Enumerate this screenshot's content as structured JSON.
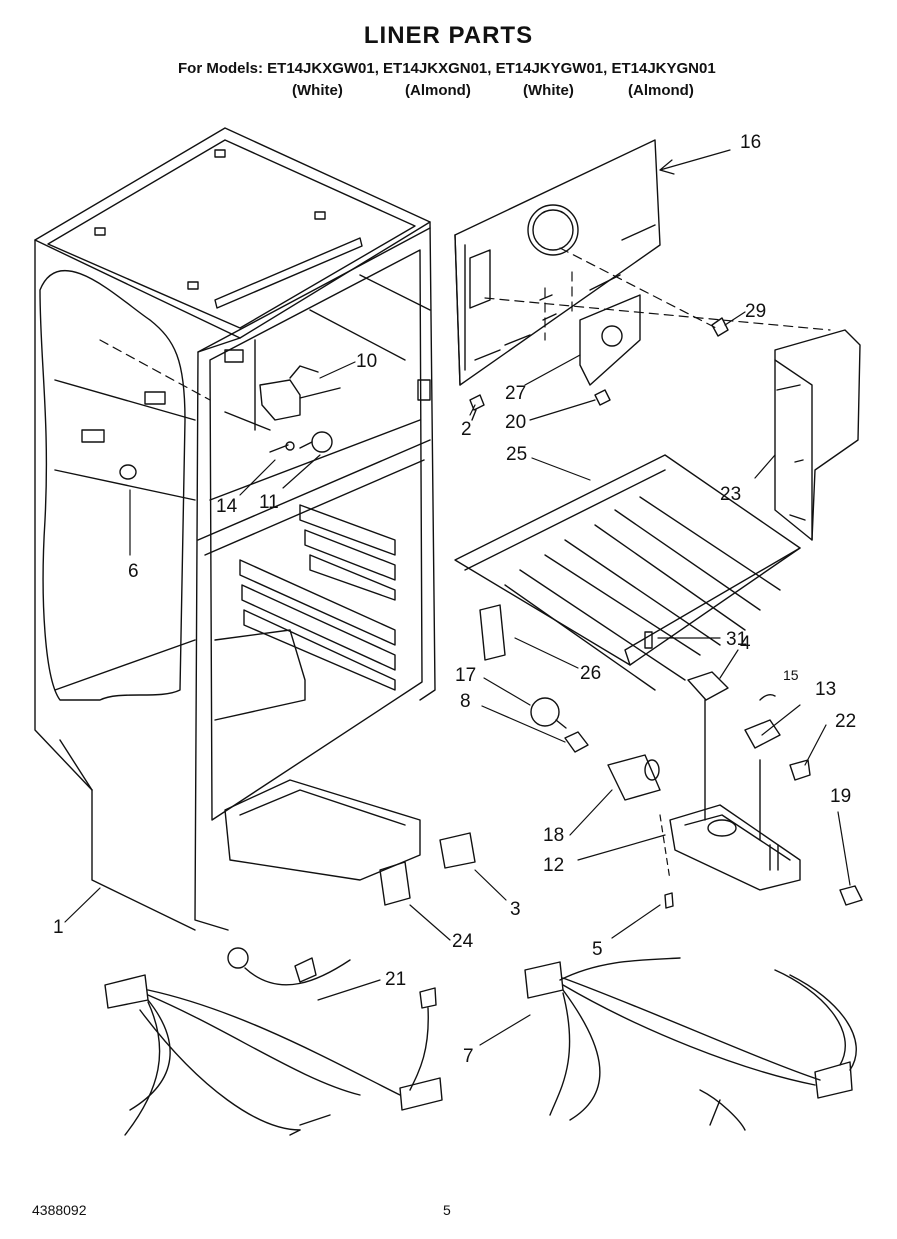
{
  "header": {
    "title": "LINER PARTS",
    "models": "For Models: ET14JKXGW01, ET14JKXGN01, ET14JKYGW01, ET14JKYGN01",
    "variants": [
      "(White)",
      "(Almond)",
      "(White)",
      "(Almond)"
    ]
  },
  "callouts": [
    "16",
    "29",
    "10",
    "27",
    "20",
    "2",
    "14",
    "11",
    "6",
    "25",
    "23",
    "31",
    "4",
    "26",
    "17",
    "8",
    "15",
    "13",
    "22",
    "19",
    "18",
    "12",
    "3",
    "1",
    "24",
    "5",
    "21",
    "7"
  ],
  "footer": {
    "doc_number": "4388092",
    "page_number": "5"
  }
}
